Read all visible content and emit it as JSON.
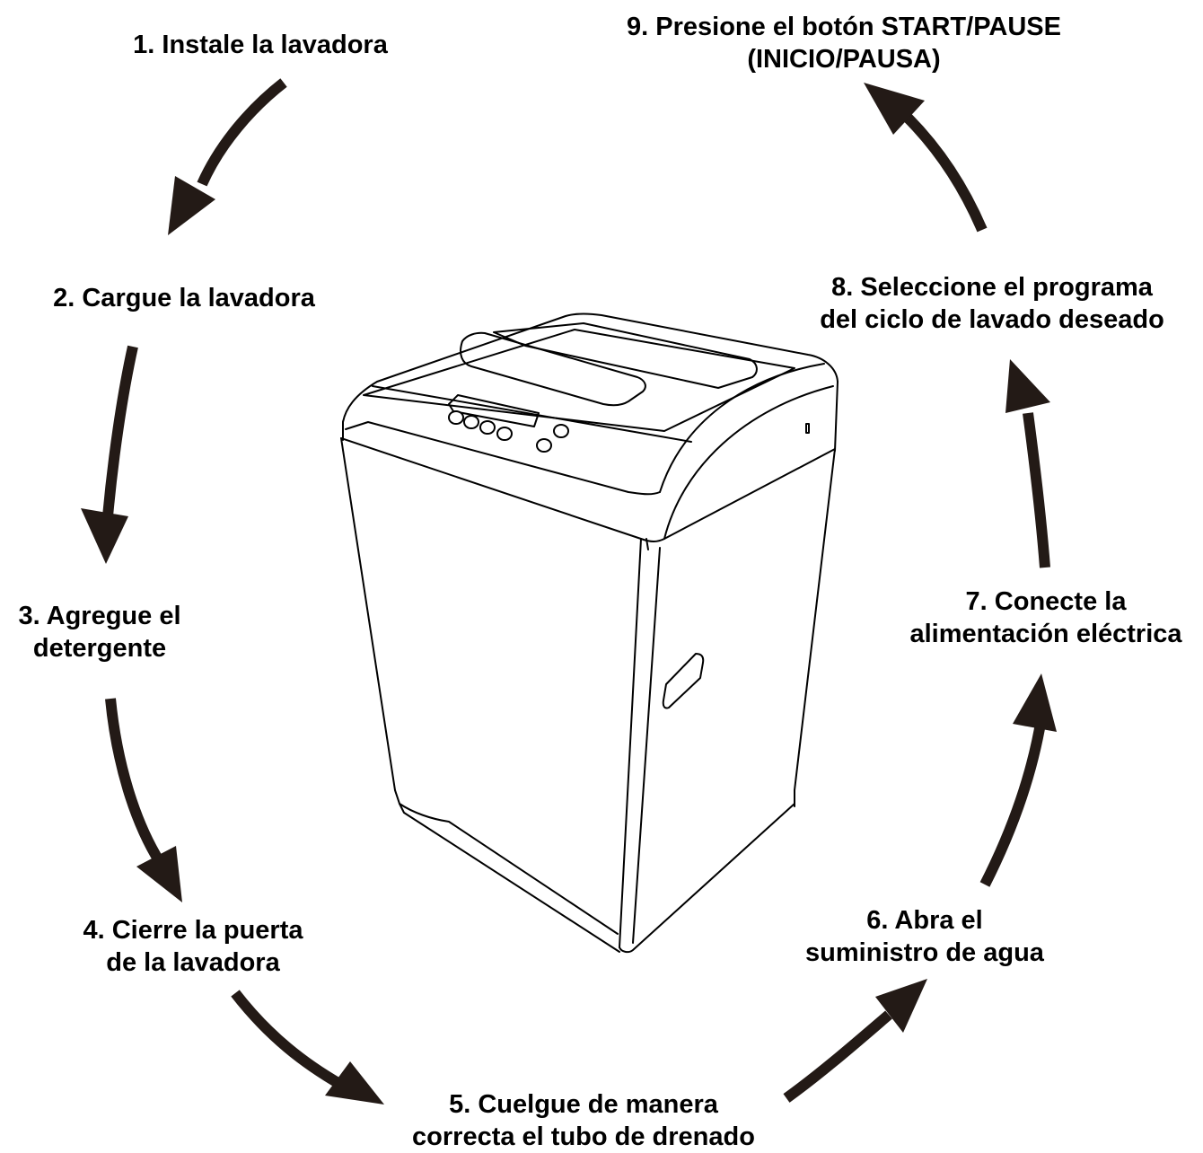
{
  "steps": [
    {
      "id": "s1",
      "lines": [
        "1. Instale la lavadora"
      ]
    },
    {
      "id": "s2",
      "lines": [
        "2. Cargue la lavadora"
      ]
    },
    {
      "id": "s3",
      "lines": [
        "3. Agregue el",
        "detergente"
      ]
    },
    {
      "id": "s4",
      "lines": [
        "4. Cierre la puerta",
        "de la lavadora"
      ]
    },
    {
      "id": "s5",
      "lines": [
        "5. Cuelgue de manera",
        "correcta el tubo de drenado"
      ]
    },
    {
      "id": "s6",
      "lines": [
        "6. Abra el",
        "suministro de agua"
      ]
    },
    {
      "id": "s7",
      "lines": [
        "7. Conecte la",
        "alimentación eléctrica"
      ]
    },
    {
      "id": "s8",
      "lines": [
        "8. Seleccione el programa",
        "del ciclo de lavado deseado"
      ]
    },
    {
      "id": "s9",
      "lines": [
        "9. Presione el botón START/PAUSE",
        "(INICIO/PAUSA)"
      ]
    }
  ],
  "colors": {
    "arrow": "#231a16",
    "line": "#000000",
    "background": "#ffffff"
  },
  "illustration": "top-load-washing-machine"
}
